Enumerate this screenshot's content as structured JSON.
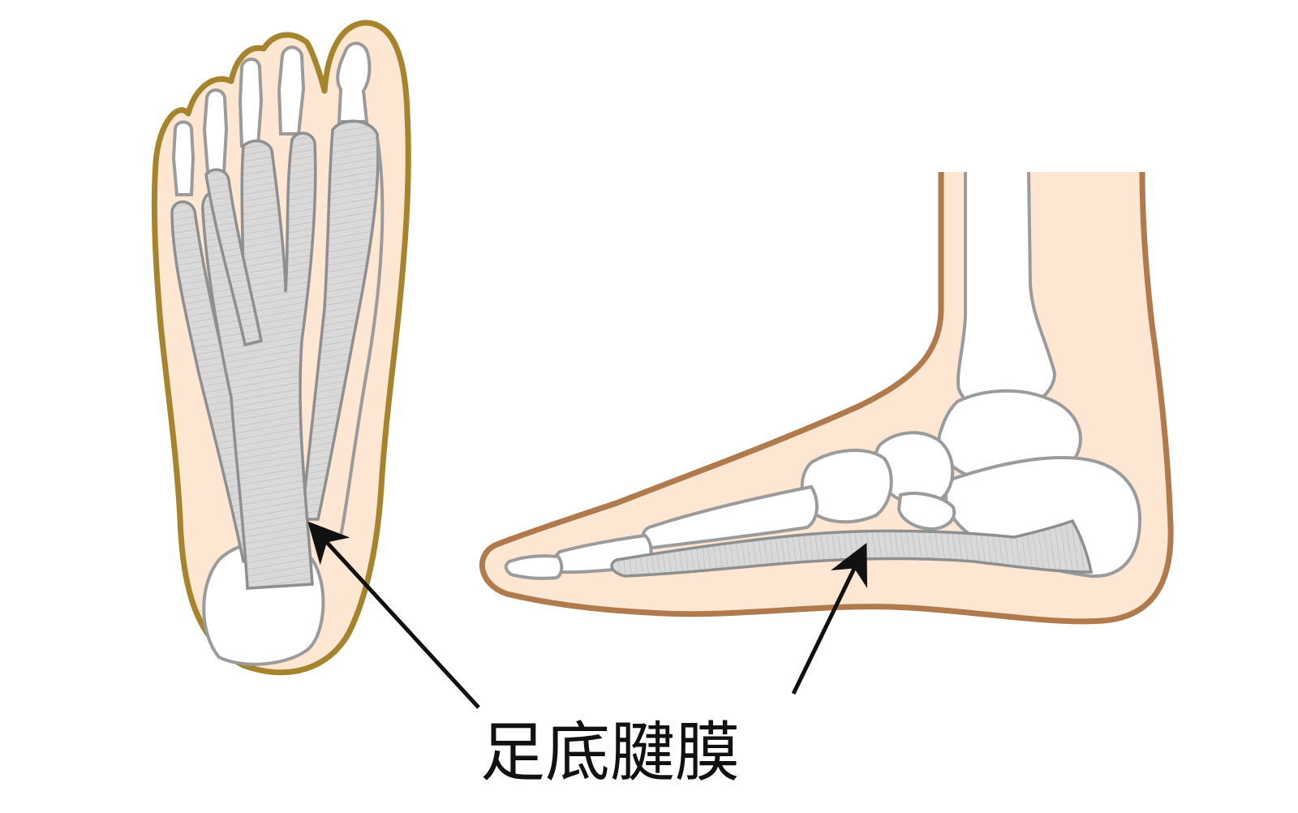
{
  "label": "足底腱膜",
  "colors": {
    "skin": "#fde6d2",
    "outline_sole": "#a6842d",
    "outline_side": "#b07a4c",
    "bone_fill": "#ffffff",
    "bone_stroke": "#9b9b9b",
    "tendon_fill": "#d8d8d8",
    "tendon_stroke": "#8f8f8f",
    "arrow": "#111111"
  },
  "views": [
    "sole-view",
    "side-view"
  ]
}
